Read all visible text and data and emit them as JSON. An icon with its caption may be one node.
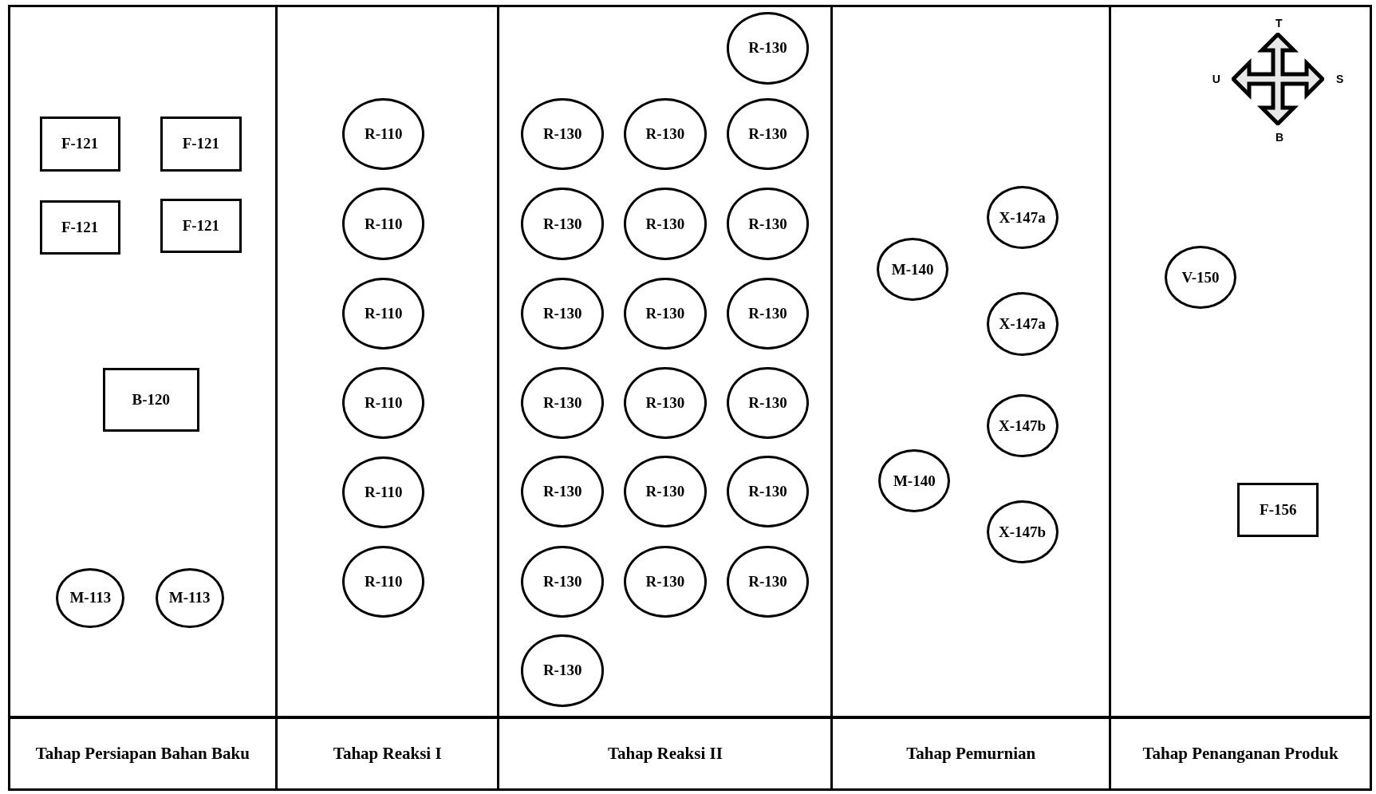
{
  "diagram": {
    "nodes": [
      {
        "text": [
          "Tahap Persiapan Bahan Baku"
        ]
      },
      {
        "text": [
          "F-121"
        ],
        "in": 0
      },
      {
        "text": [
          "F-121"
        ],
        "in": 0
      },
      {
        "text": [
          "F-121"
        ],
        "in": 0
      },
      {
        "text": [
          "F-121"
        ],
        "in": 0
      },
      {
        "text": [
          "B-120"
        ],
        "in": 0
      },
      {
        "text": [
          "M-113"
        ],
        "in": 0
      },
      {
        "text": [
          "M-113"
        ],
        "in": 0
      },
      {
        "text": [
          "Tahap Reaksi I"
        ]
      },
      {
        "text": [
          "R-110"
        ],
        "in": 8
      },
      {
        "text": [
          "R-110"
        ],
        "in": 8
      },
      {
        "text": [
          "R-110"
        ],
        "in": 8
      },
      {
        "text": [
          "R-110"
        ],
        "in": 8
      },
      {
        "text": [
          "R-110"
        ],
        "in": 8
      },
      {
        "text": [
          "R-110"
        ],
        "in": 8
      },
      {
        "text": [
          "Tahap Reaksi II"
        ]
      },
      {
        "text": [
          "R-130"
        ],
        "in": 15
      },
      {
        "text": [
          "R-130"
        ],
        "in": 15
      },
      {
        "text": [
          "R-130"
        ],
        "in": 15
      },
      {
        "text": [
          "R-130"
        ],
        "in": 15
      },
      {
        "text": [
          "R-130"
        ],
        "in": 15
      },
      {
        "text": [
          "R-130"
        ],
        "in": 15
      },
      {
        "text": [
          "R-130"
        ],
        "in": 15
      },
      {
        "text": [
          "R-130"
        ],
        "in": 15
      },
      {
        "text": [
          "R-130"
        ],
        "in": 15
      },
      {
        "text": [
          "R-130"
        ],
        "in": 15
      },
      {
        "text": [
          "R-130"
        ],
        "in": 15
      },
      {
        "text": [
          "R-130"
        ],
        "in": 15
      },
      {
        "text": [
          "R-130"
        ],
        "in": 15
      },
      {
        "text": [
          "R-130"
        ],
        "in": 15
      },
      {
        "text": [
          "R-130"
        ],
        "in": 15
      },
      {
        "text": [
          "R-130"
        ],
        "in": 15
      },
      {
        "text": [
          "R-130"
        ],
        "in": 15
      },
      {
        "text": [
          "R-130"
        ],
        "in": 15
      },
      {
        "text": [
          "R-130"
        ],
        "in": 15
      },
      {
        "text": [
          "R-130"
        ],
        "in": 15
      },
      {
        "text": [
          "Tahap Pemurnian"
        ]
      },
      {
        "text": [
          "X-147a"
        ],
        "in": 36
      },
      {
        "text": [
          "M-140"
        ],
        "in": 36
      },
      {
        "text": [
          "X-147a"
        ],
        "in": 36
      },
      {
        "text": [
          "X-147b"
        ],
        "in": 36
      },
      {
        "text": [
          "M-140"
        ],
        "in": 36
      },
      {
        "text": [
          "X-147b"
        ],
        "in": 36
      },
      {
        "text": [
          "Tahap Penanganan Produk"
        ]
      },
      {
        "text": [
          "V-150"
        ],
        "in": 43
      },
      {
        "text": [
          "F-156"
        ],
        "in": 43
      }
    ],
    "labels": [
      "T",
      "U",
      "S",
      "B"
    ]
  }
}
